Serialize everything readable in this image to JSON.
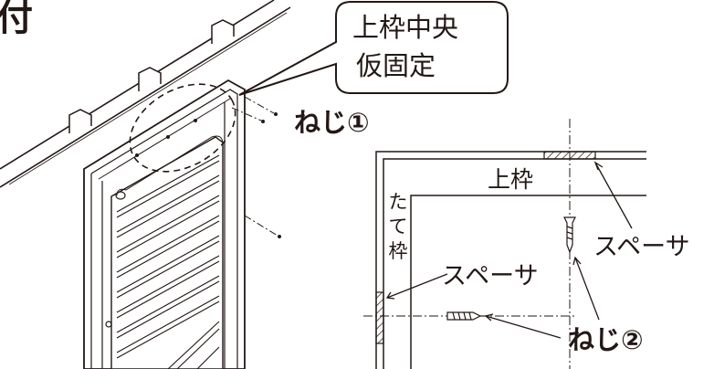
{
  "heading_fragment": "付",
  "callout": {
    "line1": "上枠中央",
    "line2": "仮固定"
  },
  "labels": {
    "screw_1": "ねじ①",
    "screw_2": "ねじ②",
    "top_frame": "上枠",
    "vertical_frame": [
      "た",
      "て",
      "枠"
    ],
    "spacer_right": "スペーサ",
    "spacer_left": "スペーサ"
  },
  "colors": {
    "line": "#231815",
    "background": "#ffffff",
    "hatch": "#231815"
  }
}
